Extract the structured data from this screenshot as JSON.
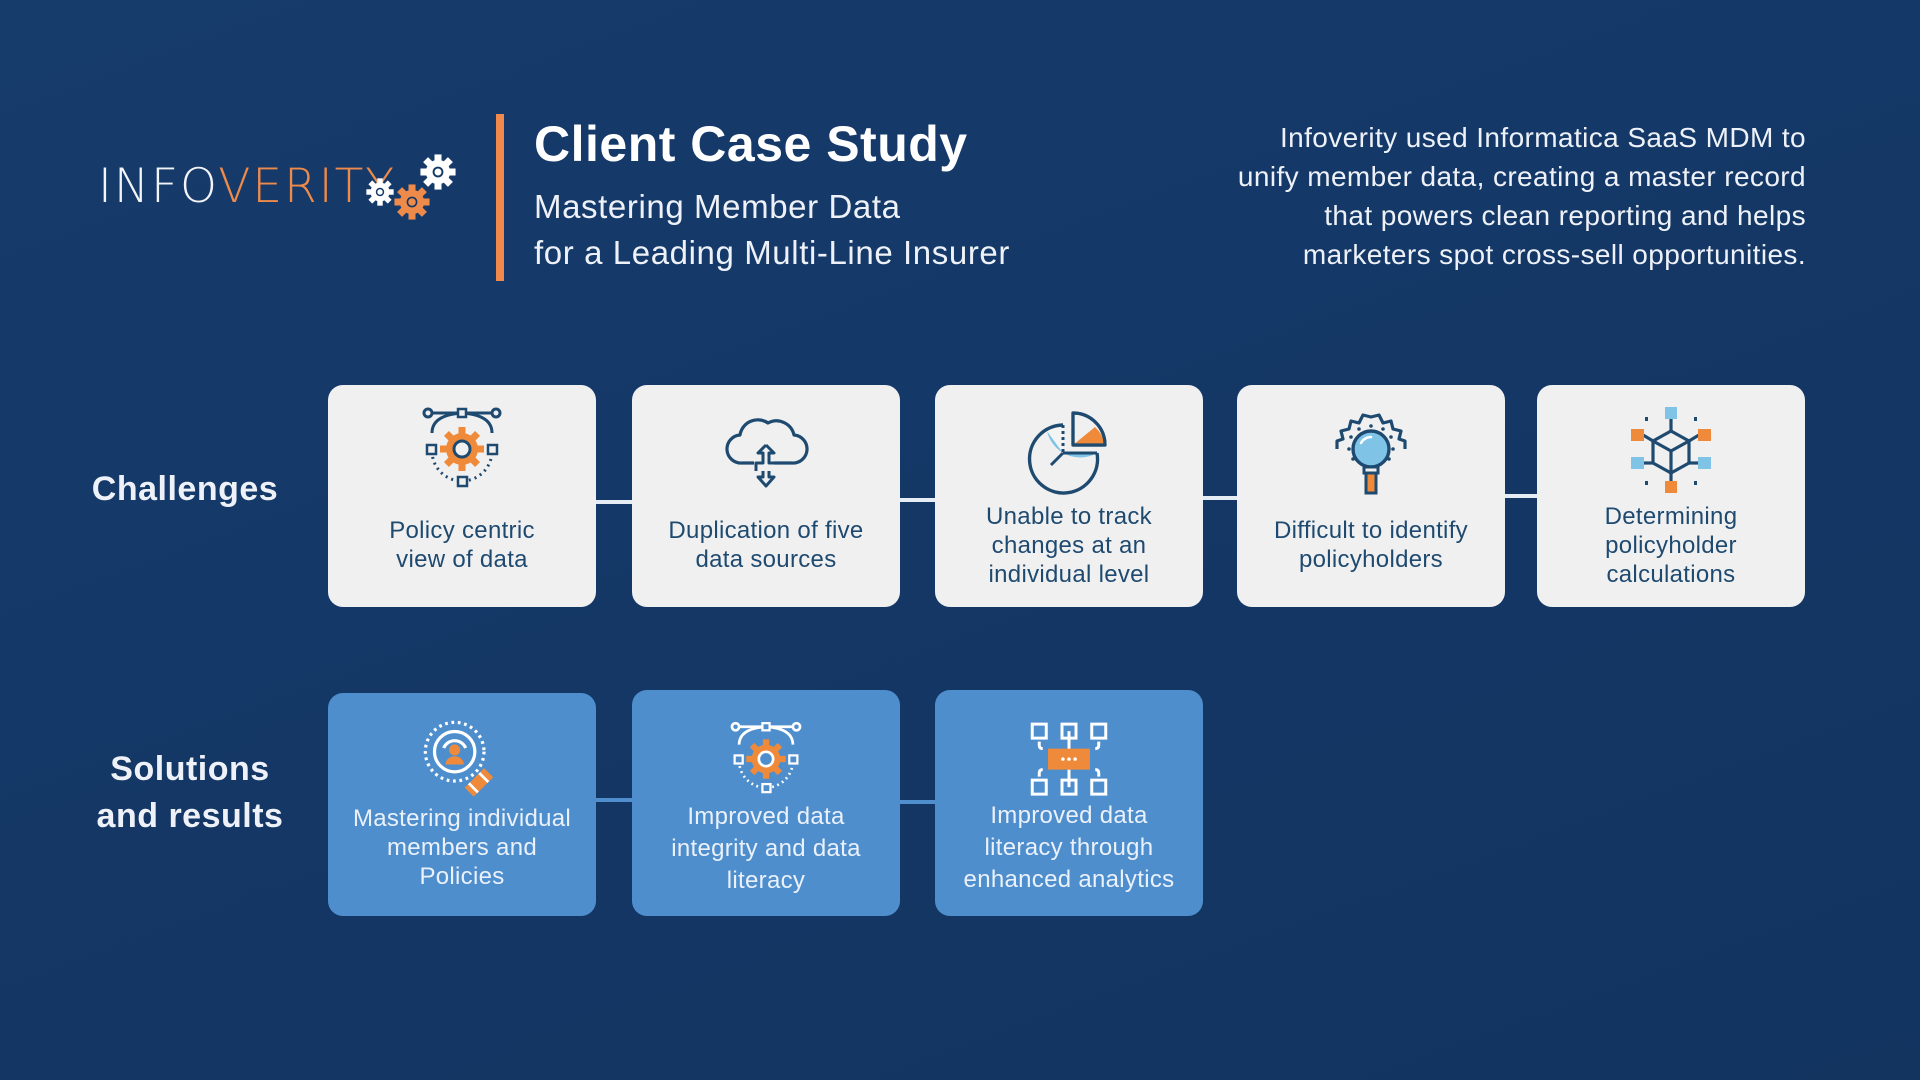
{
  "brand": {
    "logo_part1": "INFO",
    "logo_part2": "VERITY",
    "colors": {
      "background": "#143866",
      "accent_orange": "#ef8a4c",
      "challenge_card": "#f0f0f1",
      "solution_card": "#4f8ecd",
      "icon_navy": "#1f4a70",
      "icon_light_blue": "#7fc4e6"
    }
  },
  "header": {
    "title": "Client Case Study",
    "subtitle_line1": "Mastering Member Data",
    "subtitle_line2": "for a Leading Multi-Line Insurer",
    "intro_line1": "Infoverity used Informatica SaaS MDM to",
    "intro_line2": "unify member data, creating a master record",
    "intro_line3": "that powers clean reporting and helps",
    "intro_line4": "marketers spot cross-sell opportunities."
  },
  "challenges": {
    "label": "Challenges",
    "items": [
      {
        "icon": "gear-bezier-icon",
        "line1": "Policy centric",
        "line2": "view of data",
        "line3": ""
      },
      {
        "icon": "cloud-sync-icon",
        "line1": "Duplication of five",
        "line2": "data sources",
        "line3": ""
      },
      {
        "icon": "pie-chart-icon",
        "line1": "Unable to track",
        "line2": "changes at an",
        "line3": "individual level"
      },
      {
        "icon": "gear-magnifier-icon",
        "line1": "Difficult to identify",
        "line2": "policyholders",
        "line3": ""
      },
      {
        "icon": "cube-network-icon",
        "line1": "Determining",
        "line2": "policyholder",
        "line3": "calculations"
      }
    ]
  },
  "solutions": {
    "label_line1": "Solutions",
    "label_line2": "and results",
    "items": [
      {
        "icon": "user-search-icon",
        "line1": "Mastering individual",
        "line2": "members and",
        "line3": "Policies"
      },
      {
        "icon": "gear-bezier-icon",
        "line1": "Improved data",
        "line2": "integrity and data",
        "line3": "literacy"
      },
      {
        "icon": "network-hub-icon",
        "line1": "Improved data",
        "line2": "literacy through",
        "line3": "enhanced analytics"
      }
    ]
  }
}
